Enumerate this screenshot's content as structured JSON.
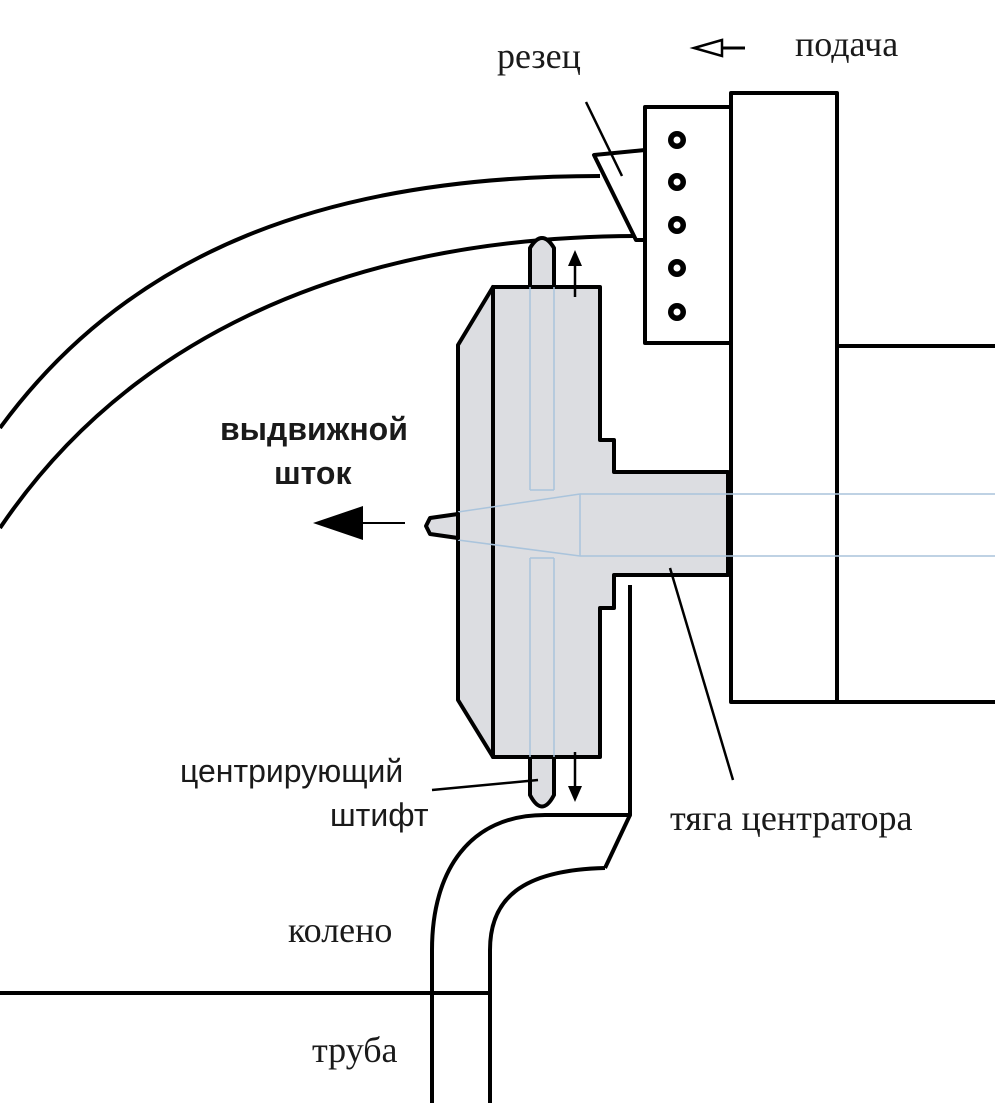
{
  "labels": {
    "cutter": "резец",
    "feed": "подача",
    "extending_rod_line1": "выдвижной",
    "extending_rod_line2": "шток",
    "centering_pin_line1": "центрирующий",
    "centering_pin_line2": "штифт",
    "centralizer_rod": "тяга центратора",
    "elbow": "колено",
    "pipe": "труба"
  },
  "colors": {
    "part_fill": "#dcdde1",
    "outline": "#000000",
    "hidden_line": "#aac4dc",
    "background": "#ffffff"
  }
}
